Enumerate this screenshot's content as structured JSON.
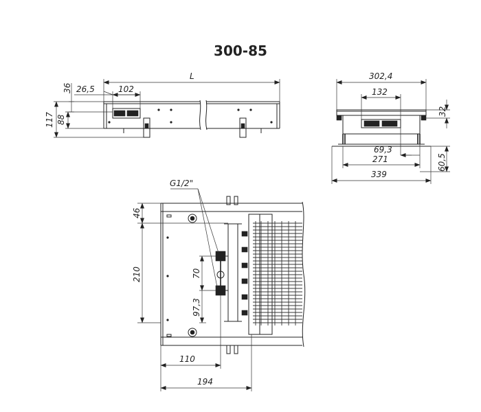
{
  "title": "300-85",
  "side_view": {
    "dims": {
      "height_total": "117",
      "height_inner": "88",
      "top_offset": "36",
      "inlet_offset": "26,5",
      "inlet_width": "102",
      "length": "L"
    }
  },
  "end_view": {
    "dims": {
      "top_width": "302,4",
      "inner_width": "132",
      "flange_height": "32",
      "offset": "69,3",
      "body_width": "271",
      "overall_width": "339",
      "depth": "60,5"
    }
  },
  "plan_view": {
    "thread_label": "G1/2\"",
    "dims": {
      "top_margin": "46",
      "body_height": "210",
      "pipe_spacing": "70",
      "pipe_offset": "97,3",
      "inlet_offset": "110",
      "inner_width": "194"
    }
  }
}
